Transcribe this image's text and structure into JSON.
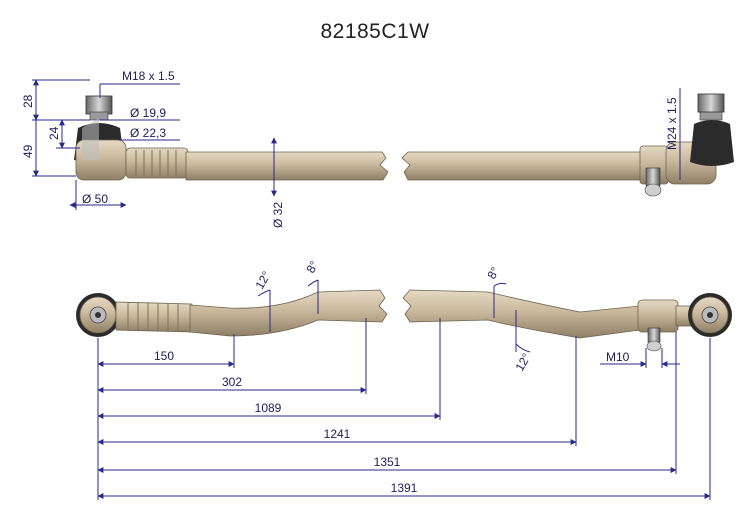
{
  "title": "82185C1W",
  "colors": {
    "rod": "#c9b89c",
    "rod_dark": "#8e7f66",
    "dim_line": "#2a2a8a",
    "dim_text": "#1d1d5a",
    "rubber": "#2b2b2b"
  },
  "top_view": {
    "thread_left": "M18 x 1.5",
    "thread_right": "M24 x 1.5",
    "dia_19": "Ø 19,9",
    "dia_22": "Ø 22,3",
    "dia_50": "Ø 50",
    "dia_32": "Ø 32",
    "h28": "28",
    "h24": "24",
    "h49": "49"
  },
  "bottom_view": {
    "angle_left_12": "12°",
    "angle_left_8": "8°",
    "angle_right_8": "8°",
    "angle_right_12": "12°",
    "bolt": "M10",
    "len_150": "150",
    "len_302": "302",
    "len_1089": "1089",
    "len_1241": "1241",
    "len_1351": "1351",
    "len_1391": "1391"
  }
}
